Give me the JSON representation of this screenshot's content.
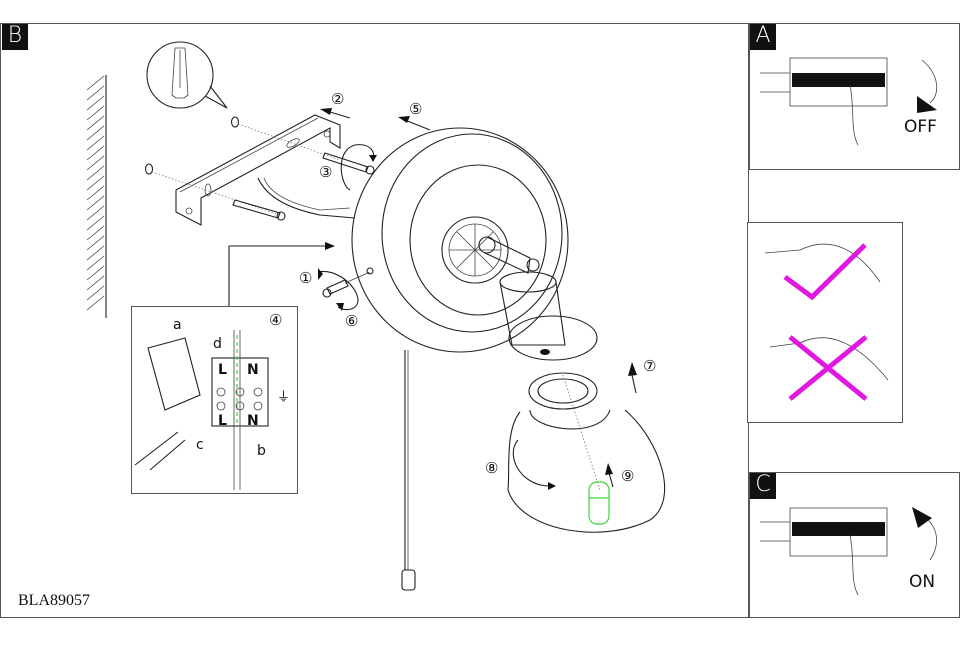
{
  "panels": {
    "main": {
      "tag": "B",
      "model_code": "BLA89057"
    },
    "switch_off": {
      "tag": "A",
      "caption": "OFF"
    },
    "bulb_handling": {
      "correct_icon": "check-mark",
      "incorrect_icon": "cross-mark"
    },
    "switch_on": {
      "tag": "C",
      "caption": "ON"
    }
  },
  "callouts": {
    "step1": "①",
    "step2": "②",
    "step3": "③",
    "step4": "④",
    "step5": "⑤",
    "step6": "⑥",
    "step7": "⑦",
    "step8": "⑧",
    "step9": "⑨"
  },
  "wiring_detail": {
    "labels": {
      "a": "a",
      "b": "b",
      "c": "c",
      "d": "d",
      "live_top": "L",
      "neutral_top": "N",
      "live_bottom": "L",
      "neutral_bottom": "N"
    },
    "earth_symbol": "⏚"
  },
  "colors": {
    "tag_bg": "#111111",
    "warning_mark": "#e018e0",
    "bulb": "#3bd43b"
  }
}
